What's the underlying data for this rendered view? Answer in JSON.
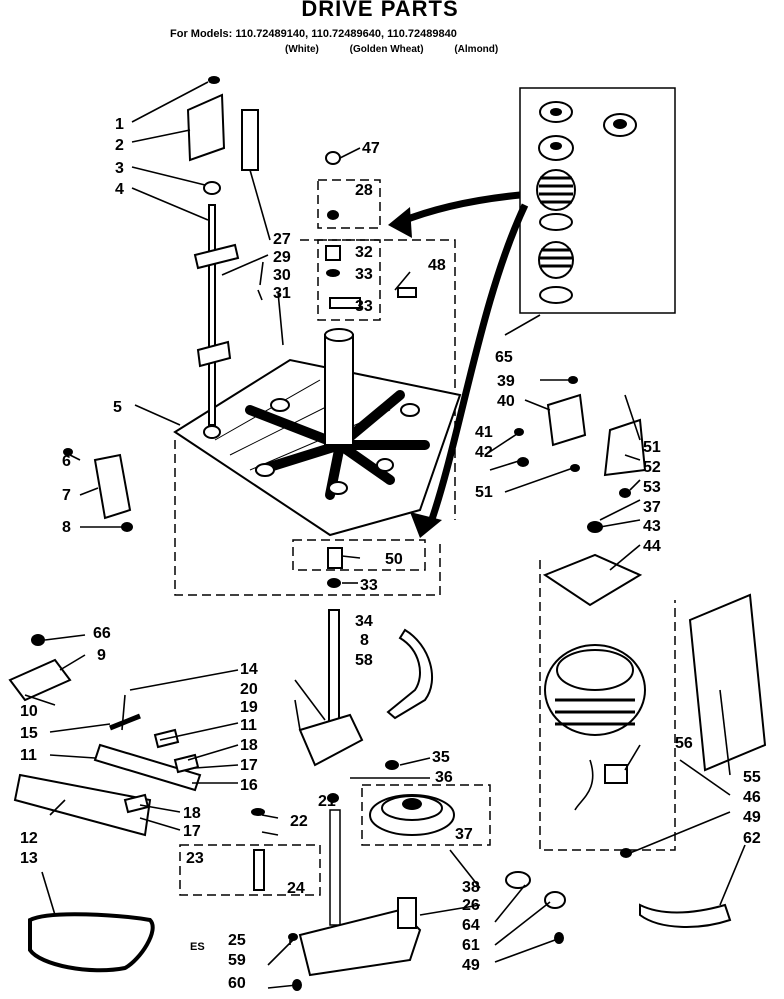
{
  "header": {
    "title": "DRIVE PARTS",
    "models": "For Models: 110.72489140, 110.72489640, 110.72489840",
    "colors": [
      "(White)",
      "(Golden Wheat)",
      "(Almond)"
    ]
  },
  "labels": {
    "l1": "1",
    "l2": "2",
    "l3": "3",
    "l4": "4",
    "l5": "5",
    "l6": "6",
    "l7": "7",
    "l8": "8",
    "l9": "9",
    "l10": "10",
    "l11a": "11",
    "l11b": "11",
    "l12": "12",
    "l13": "13",
    "l14": "14",
    "l15": "15",
    "l16": "16",
    "l17a": "17",
    "l17b": "17",
    "l18a": "18",
    "l18b": "18",
    "l19": "19",
    "l20": "20",
    "l21": "21",
    "l22": "22",
    "l23": "23",
    "l24": "24",
    "l25": "25",
    "l26": "26",
    "l27": "27",
    "l28": "28",
    "l29": "29",
    "l30": "30",
    "l31": "31",
    "l32": "32",
    "l33a": "33",
    "l33b": "33",
    "l33c": "33",
    "l34": "34",
    "l35": "35",
    "l36": "36",
    "l37a": "37",
    "l37b": "37",
    "l38": "38",
    "l39": "39",
    "l40": "40",
    "l41": "41",
    "l42": "42",
    "l43": "43",
    "l44": "44",
    "l46": "46",
    "l47": "47",
    "l48": "48",
    "l49a": "49",
    "l49b": "49",
    "l50": "50",
    "l51a": "51",
    "l51b": "51",
    "l52": "52",
    "l53": "53",
    "l55": "55",
    "l56": "56",
    "l58": "58",
    "l59": "59",
    "l60": "60",
    "l61": "61",
    "l62": "62",
    "l64": "64",
    "l65": "65",
    "l66": "66",
    "l8b": "8",
    "es": "ES"
  }
}
